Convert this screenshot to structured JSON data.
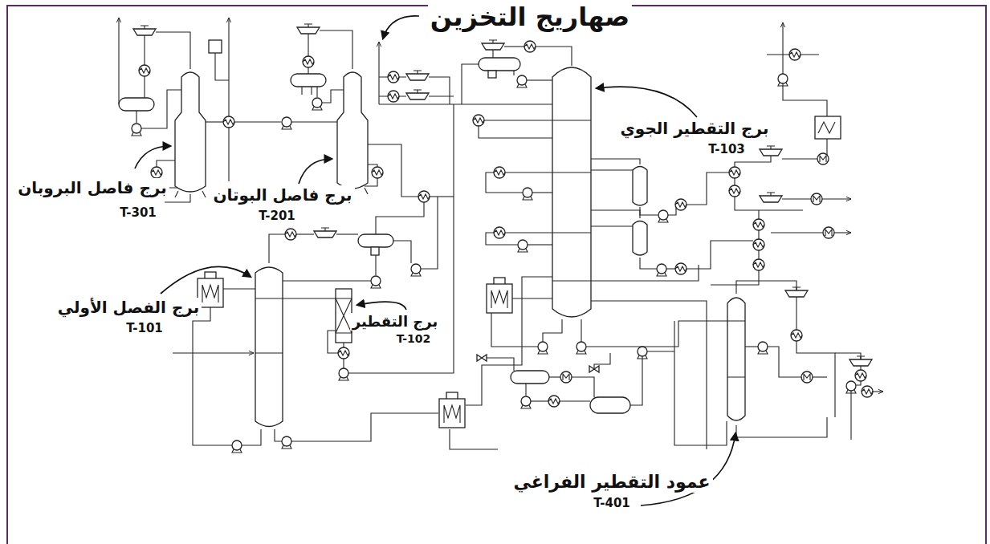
{
  "diagram": {
    "labels": [
      "صهاريج التخزين",
      "برج فاصل البروبان",
      "T-301",
      "برج فاصل البوتان",
      "T-201",
      "برج الفصل الأولي",
      "T-101",
      "برج التقطير",
      "T-102",
      "برج التقطير الجوي",
      "T-103",
      "عمود التقطير الفراغي",
      "T-401"
    ]
  }
}
